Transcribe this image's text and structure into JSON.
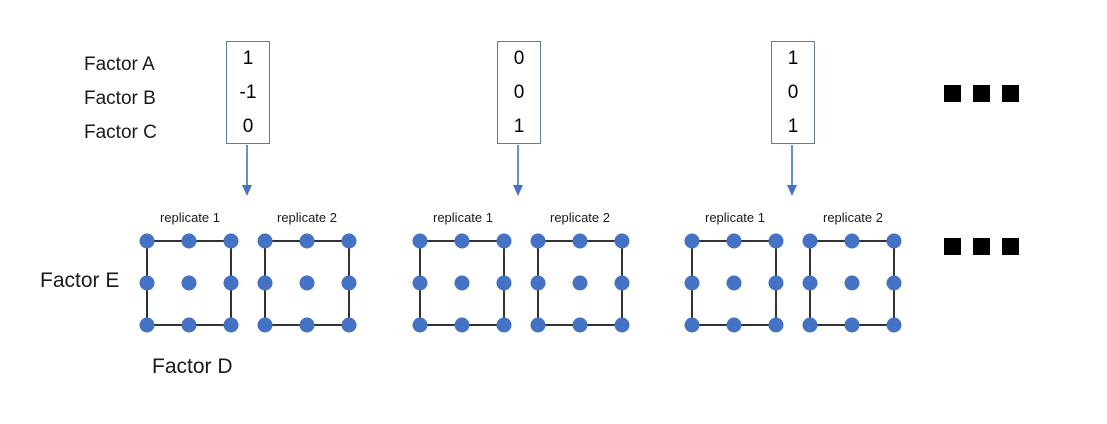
{
  "figure": {
    "factor_labels": [
      "Factor A",
      "Factor B",
      "Factor C"
    ],
    "axis_label_vertical": "Factor E",
    "axis_label_horizontal": "Factor D",
    "replicate_label_1": "replicate 1",
    "replicate_label_2": "replicate 2",
    "colors": {
      "dot": "#4472C4",
      "box_border": "#5b7f99",
      "arrow": "#4472C4",
      "square_edge": "#000000",
      "ellipsis": "#000000",
      "background": "#FFFFFF"
    },
    "groups": [
      {
        "id": "group-1",
        "settings": [
          "1",
          "-1",
          "0"
        ],
        "replicates": [
          "replicate 1",
          "replicate 2"
        ],
        "points_per_replicate": 9
      },
      {
        "id": "group-2",
        "settings": [
          "0",
          "0",
          "1"
        ],
        "replicates": [
          "replicate 1",
          "replicate 2"
        ],
        "points_per_replicate": 9
      },
      {
        "id": "group-3",
        "settings": [
          "1",
          "0",
          "1"
        ],
        "replicates": [
          "replicate 1",
          "replicate 2"
        ],
        "points_per_replicate": 9
      }
    ],
    "ellipsis_top": [
      "square",
      "square",
      "square"
    ],
    "ellipsis_bottom": [
      "square",
      "square",
      "square"
    ]
  }
}
